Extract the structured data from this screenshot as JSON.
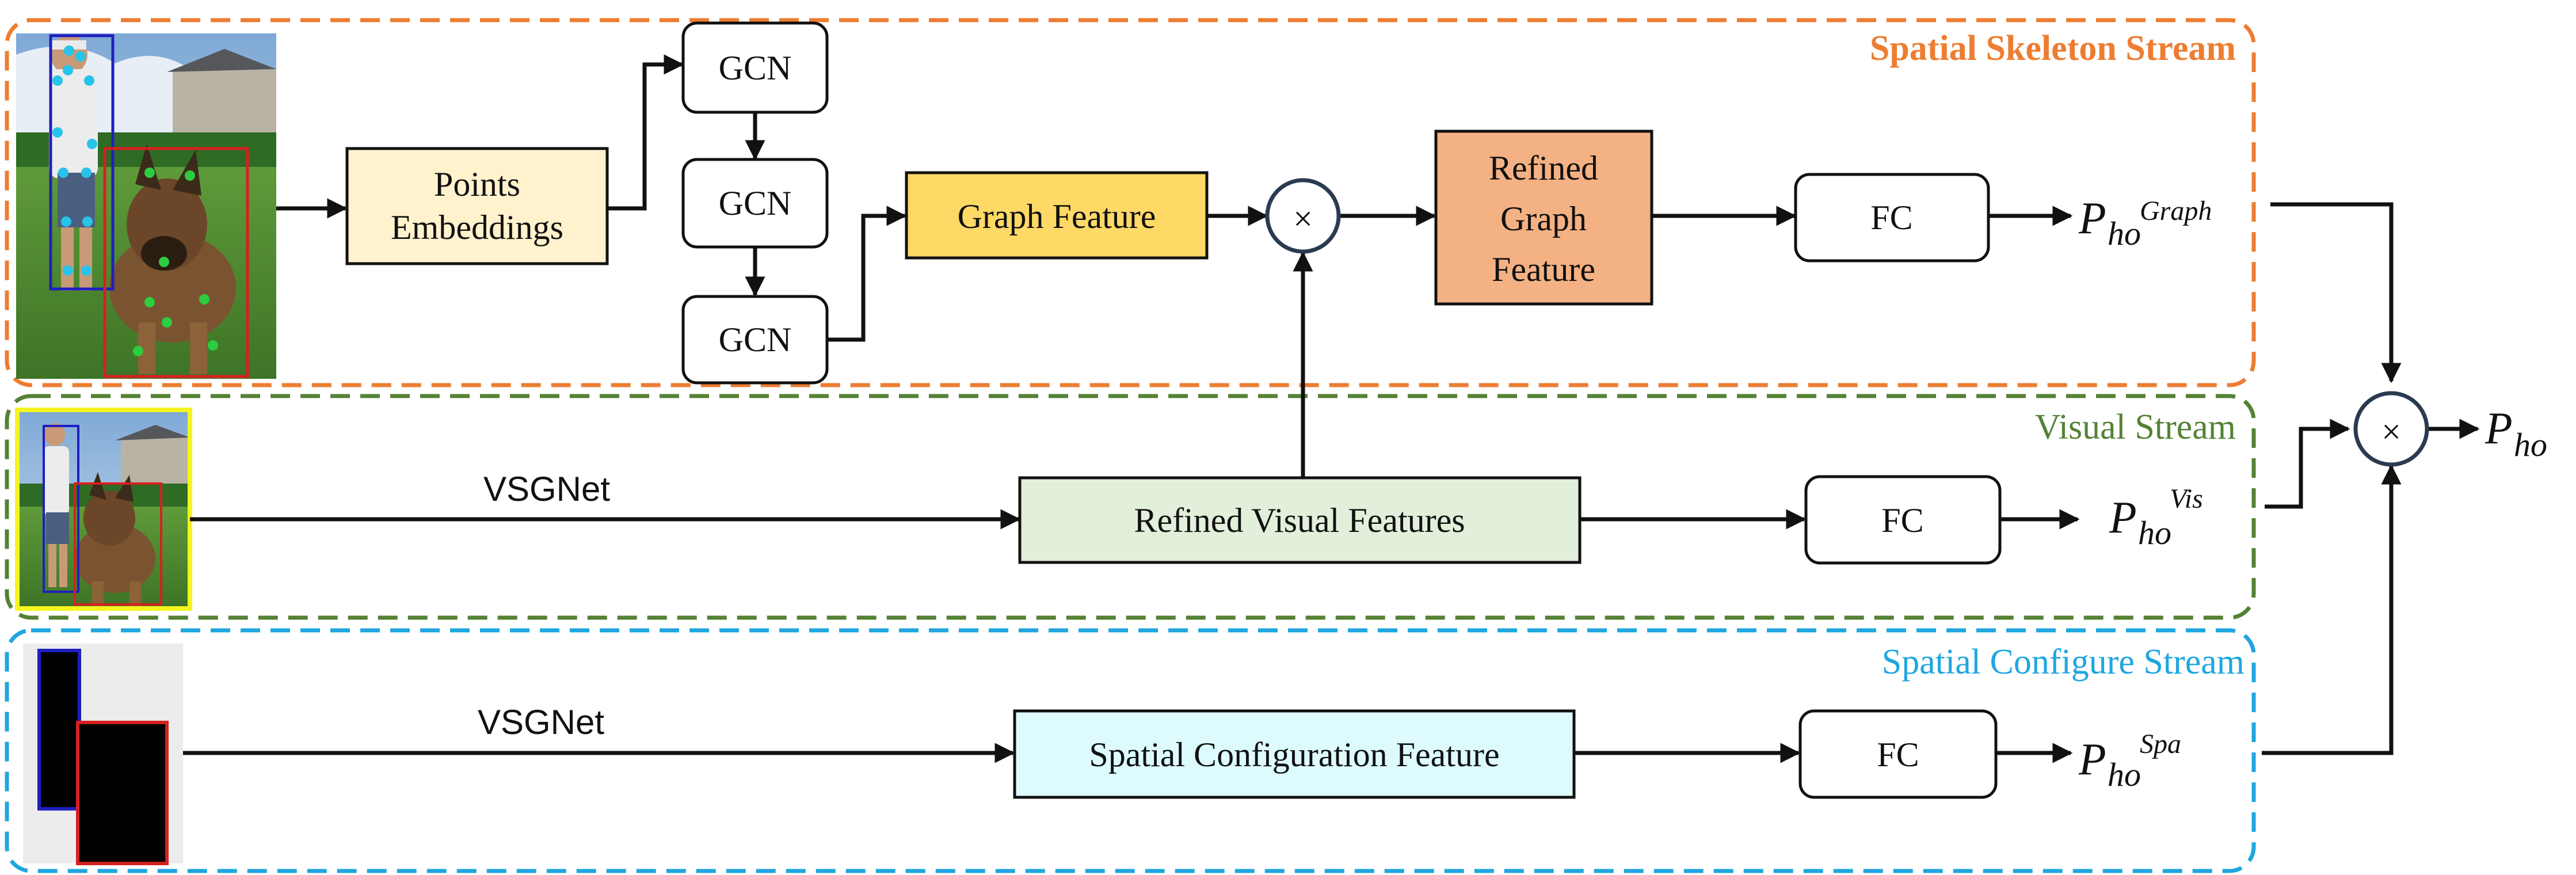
{
  "streams": {
    "skeleton": {
      "title": "Spatial Skeleton Stream",
      "color": "#ED7D31"
    },
    "visual": {
      "title": "Visual Stream",
      "color": "#548235"
    },
    "configure": {
      "title": "Spatial Configure Stream",
      "color": "#1FA6E0"
    }
  },
  "nodes": {
    "points_embeddings": [
      "Points",
      "Embeddings"
    ],
    "gcn": "GCN",
    "graph_feature": "Graph Feature",
    "refined_graph_feature": [
      "Refined",
      "Graph",
      "Feature"
    ],
    "fc": "FC",
    "refined_visual_features": "Refined Visual Features",
    "spatial_configuration_feature": "Spatial Configuration Feature"
  },
  "edges": {
    "vsgnet": "VSGNet"
  },
  "outputs": {
    "graph": {
      "base": "P",
      "sub": "ho",
      "sup": "Graph"
    },
    "vis": {
      "base": "P",
      "sub": "ho",
      "sup": "Vis"
    },
    "spa": {
      "base": "P",
      "sub": "ho",
      "sup": "Spa"
    },
    "final": {
      "base": "P",
      "sub": "ho"
    }
  },
  "operators": {
    "multiply": "×"
  },
  "colors": {
    "points_embeddings_fill": "#FFF2CC",
    "graph_feature_fill": "#FFD966",
    "refined_graph_fill": "#F4B183",
    "refined_visual_fill": "#E2EFDA",
    "spatial_config_fill": "#DDFBFD",
    "human_box": "#1F1FBF",
    "object_box": "#D62020",
    "keypoint": "#27C3E8",
    "dog_keypoint": "#2ECC40",
    "visual_frame": "#F5F51E"
  }
}
